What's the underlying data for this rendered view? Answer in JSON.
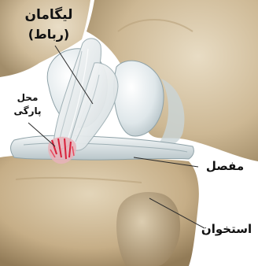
{
  "labels": {
    "ligament_line1": "لیگامان",
    "ligament_line2": "(رباط)",
    "tear_line1": "محل",
    "tear_line2": "پارگی",
    "joint": "مفصل",
    "bone": "استخوان"
  },
  "colors": {
    "bone": "#d8c7a8",
    "bone_shadow": "#a8926e",
    "cartilage": "#e4ebee",
    "ligament": "#eef1f2",
    "tear": "#d8203a",
    "leader": "#2a2a2a"
  }
}
